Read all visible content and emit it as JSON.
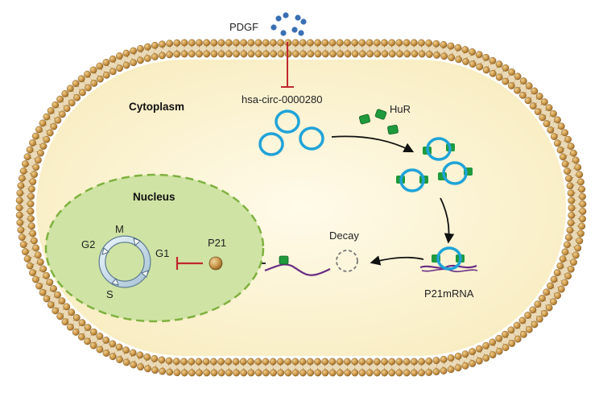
{
  "labels": {
    "pdgf": "PDGF",
    "circ": "hsa-circ-0000280",
    "cytoplasm": "Cytoplasm",
    "hur": "HuR",
    "nucleus": "Nucleus",
    "decay": "Decay",
    "p21": "P21",
    "p21mrna": "P21mRNA",
    "cycle_m": "M",
    "cycle_g1": "G1",
    "cycle_g2": "G2",
    "cycle_s": "S"
  },
  "colors": {
    "membrane_head": "#c9964a",
    "membrane_tail": "#b88a4c",
    "cytoplasm_fill": "#fdf6dc",
    "nucleus_fill": "#cfe3a4",
    "nucleus_border": "#7fb13f",
    "circ_rna": "#1fa3d8",
    "hur_protein": "#1f9a3c",
    "pdgf_dots": "#3a6fb5",
    "inhibit": "#c0282d",
    "mrna": "#6a2d84",
    "decay": "#777777",
    "p21_ball": "#c9964a"
  },
  "icons": {
    "circ_rna": "ring-icon",
    "hur": "hur-protein-icon",
    "p21": "p21-protein-icon",
    "cell_cycle": "cell-cycle-icon"
  }
}
